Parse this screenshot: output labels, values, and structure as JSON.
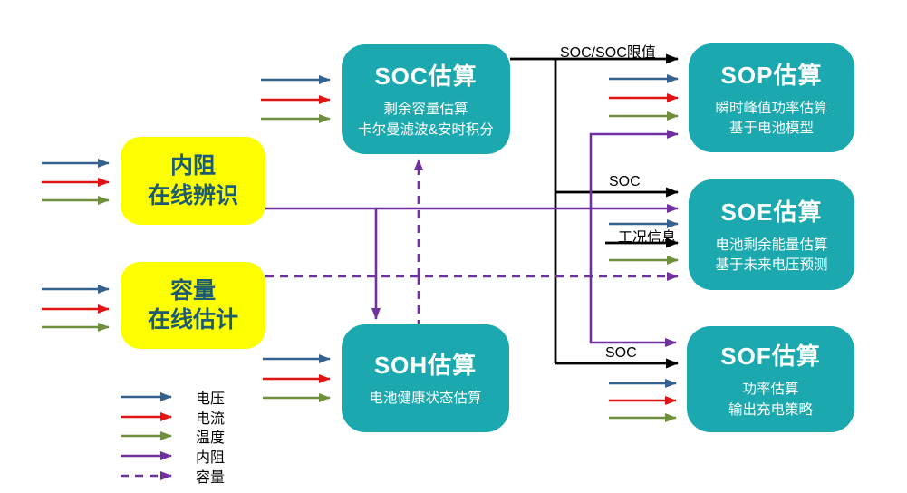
{
  "diagram": {
    "nodes": {
      "soc": {
        "title": "SOC估算",
        "lines": [
          "剩余容量估算",
          "卡尔曼滤波&安时积分"
        ]
      },
      "sop": {
        "title": "SOP估算",
        "lines": [
          "瞬时峰值功率估算",
          "基于电池模型"
        ]
      },
      "soe": {
        "title": "SOE估算",
        "lines": [
          "电池剩余能量估算",
          "基于未来电压预测"
        ]
      },
      "sof": {
        "title": "SOF估算",
        "lines": [
          "功率估算",
          "输出充电策略"
        ]
      },
      "soh": {
        "title": "SOH估算",
        "lines": [
          "电池健康状态估算"
        ]
      },
      "resistance": {
        "line1": "内阻",
        "line2": "在线辨识"
      },
      "capacity": {
        "line1": "容量",
        "line2": "在线估计"
      }
    },
    "edge_labels": {
      "soc_limit": "SOC/SOC限值",
      "soc_to_soe": "SOC",
      "operating_info": "工况信息",
      "soc_to_sof": "SOC"
    },
    "legend": {
      "items": [
        {
          "label": "电压",
          "signal": "voltage",
          "style": "solid"
        },
        {
          "label": "电流",
          "signal": "current",
          "style": "solid"
        },
        {
          "label": "温度",
          "signal": "temperature",
          "style": "solid"
        },
        {
          "label": "内阻",
          "signal": "resistance",
          "style": "solid"
        },
        {
          "label": "容量",
          "signal": "capacity",
          "style": "dashed"
        }
      ]
    },
    "colors": {
      "nodeFill": "#1BA8AE",
      "nodeText": "#FFFFFF",
      "inputFill": "#FDFF00",
      "inputText": "#1D5B70",
      "voltage": "#35618F",
      "current": "#E01414",
      "temperature": "#6E8F3C",
      "resistance": "#7030A0",
      "capacity": "#7030A0",
      "signal": "#000000"
    }
  }
}
